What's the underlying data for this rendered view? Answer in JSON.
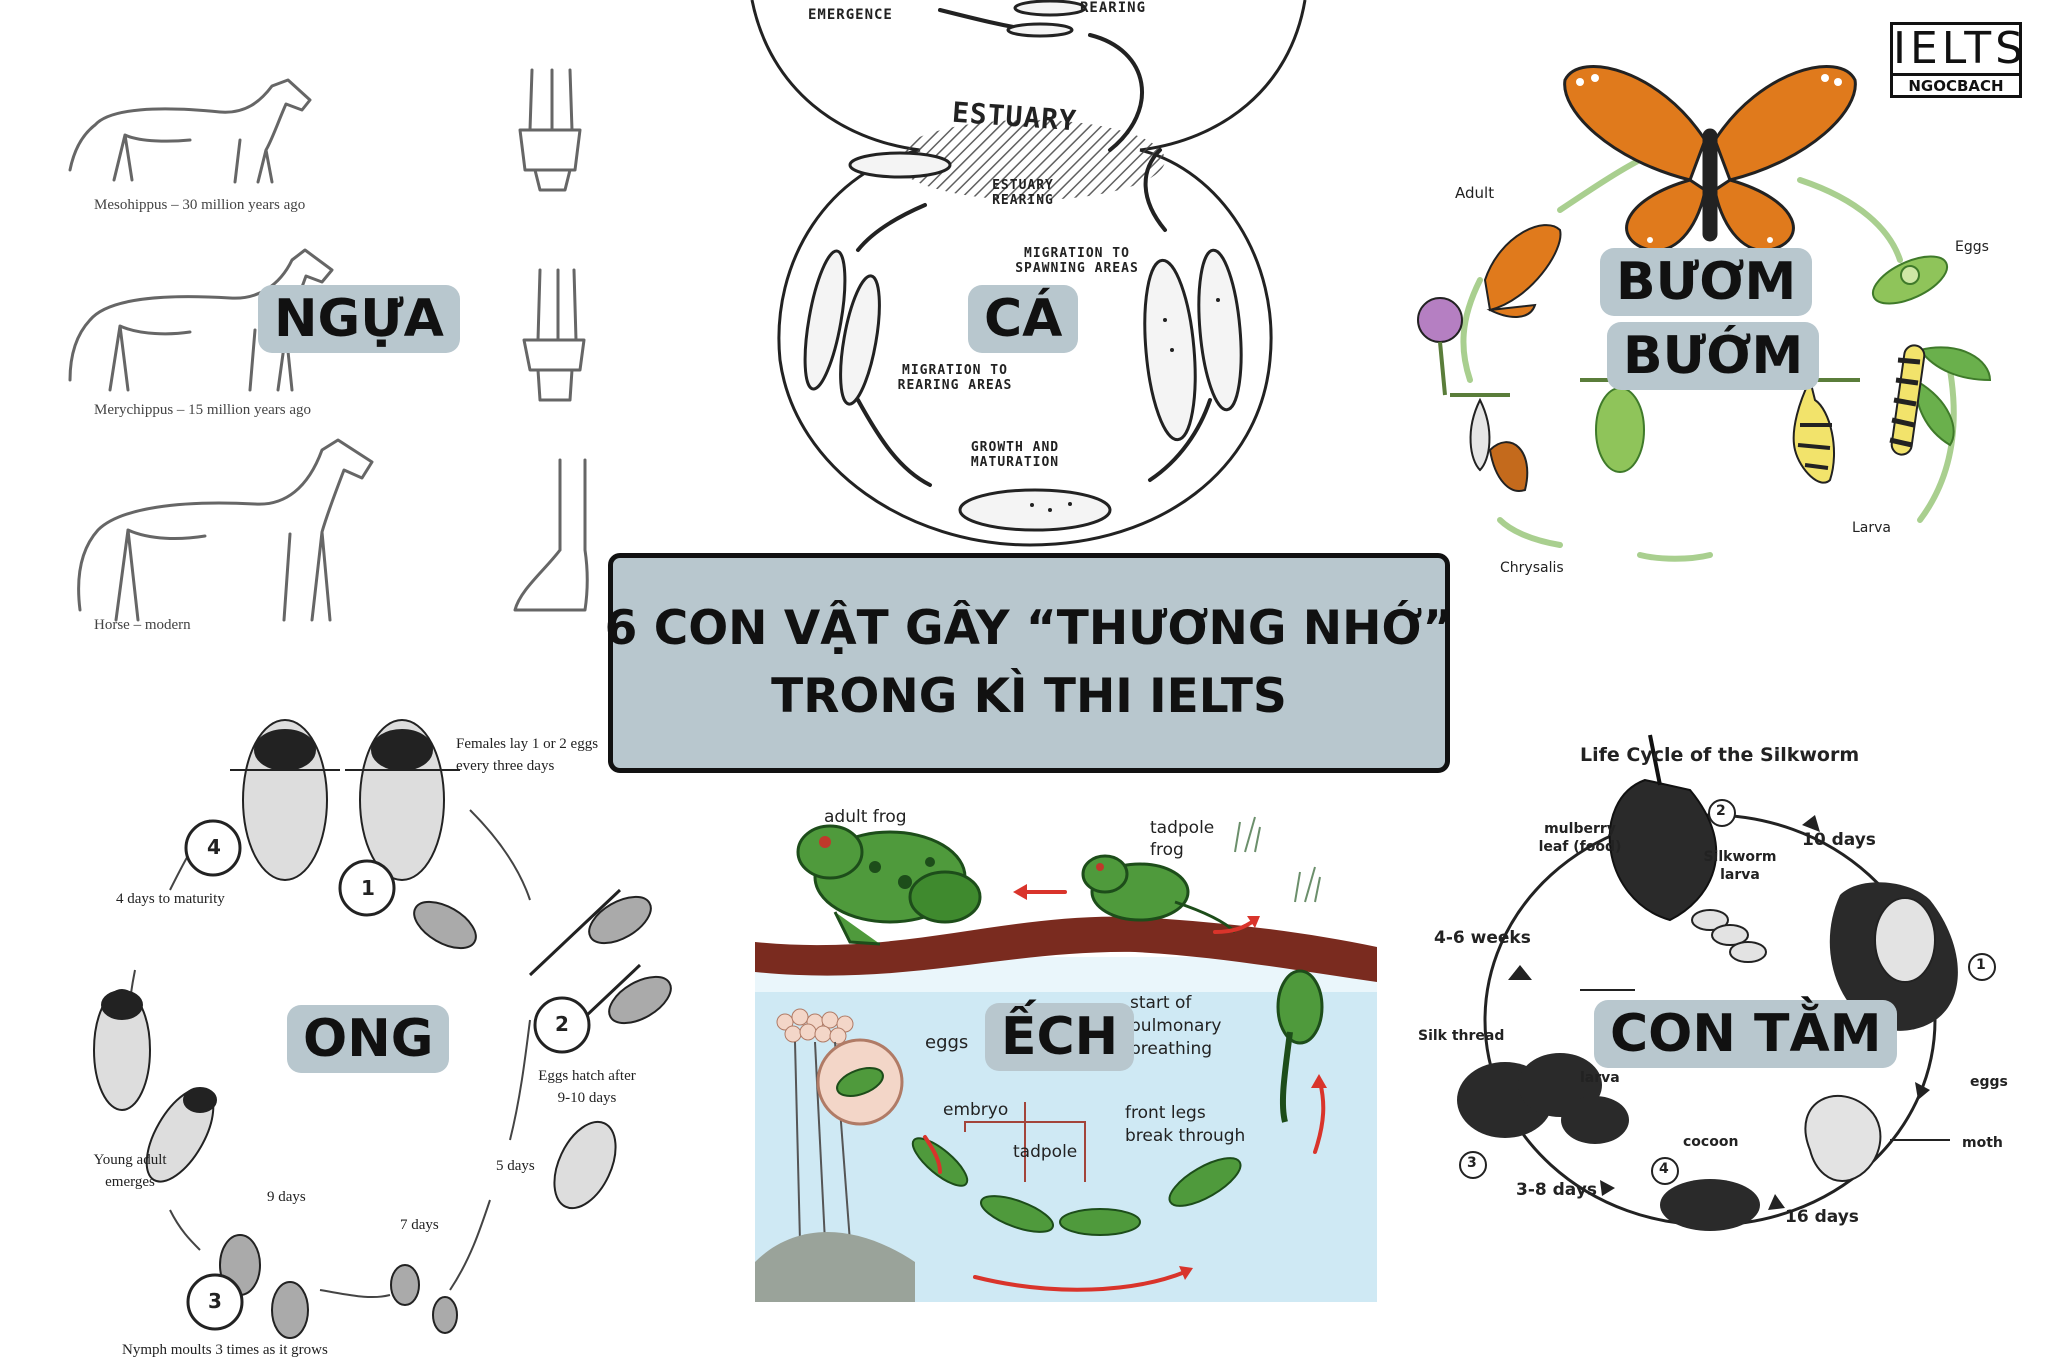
{
  "title": {
    "line1": "6 CON VẬT GÂY “THƯƠNG NHỚ”",
    "line2": "TRONG KÌ THI IELTS"
  },
  "logo": {
    "top": "IELTS",
    "bottom": "NGOCBACH"
  },
  "horse": {
    "tag": "NGỰA",
    "captions": [
      "Mesohippus – 30 million years ago",
      "Merychippus – 15 million years ago",
      "Horse – modern"
    ]
  },
  "fish": {
    "tag": "CÁ",
    "labels": {
      "emergence": "EMERGENCE",
      "rearing": "REARING",
      "estuary": "ESTUARY",
      "estuary_rearing": "ESTUARY REARING",
      "migration_spawning": "MIGRATION TO SPAWNING AREAS",
      "migration_rearing": "MIGRATION TO REARING AREAS",
      "growth": "GROWTH AND MATURATION"
    }
  },
  "butterfly": {
    "tag_line1": "BƯƠM",
    "tag_line2": "BƯỚM",
    "labels": {
      "adult": "Adult",
      "eggs": "Eggs",
      "larva": "Larva",
      "chrysalis": "Chrysalis"
    }
  },
  "bee": {
    "tag": "ONG",
    "labels": {
      "females": "Females lay 1 or 2 eggs every three days",
      "maturity": "4 days to maturity",
      "hatch": "Eggs hatch after 9-10 days",
      "five_days": "5 days",
      "young_adult": "Young adult emerges",
      "nine_days": "9 days",
      "seven_days": "7 days",
      "nymph": "Nymph moults 3 times as it grows"
    },
    "steps": [
      "1",
      "2",
      "3",
      "4"
    ]
  },
  "frog": {
    "tag": "ẾCH",
    "labels": {
      "adult_frog": "adult frog",
      "tadpole_frog": "tadpole frog",
      "eggs": "eggs",
      "pulmonary": "start of pulmonary breathing",
      "embryo": "embryo",
      "front_legs": "front legs break through",
      "tadpole": "tadpole"
    }
  },
  "silkworm": {
    "tag": "CON TẰM",
    "title": "Life Cycle of the Silkworm",
    "labels": {
      "mulberry": "mulberry leaf (food)",
      "larva_top": "Silkworm larva",
      "ten_days": "10 days",
      "four_six_weeks": "4-6 weeks",
      "silk_thread": "Silk thread",
      "larva": "larva",
      "eggs": "eggs",
      "cocoon": "cocoon",
      "moth": "moth",
      "three_eight_days": "3-8 days",
      "sixteen_days": "16 days"
    },
    "steps": [
      "1",
      "2",
      "3",
      "4"
    ]
  },
  "colors": {
    "tag_bg": "#b8c7ce",
    "frog_green": "#4f9a3c",
    "soil_brown": "#7a2b1f",
    "water_blue": "#cfe9f4",
    "butterfly_orange": "#e07a1c",
    "arrow_red": "#d9342b",
    "arrow_green": "#a9cf8f"
  }
}
